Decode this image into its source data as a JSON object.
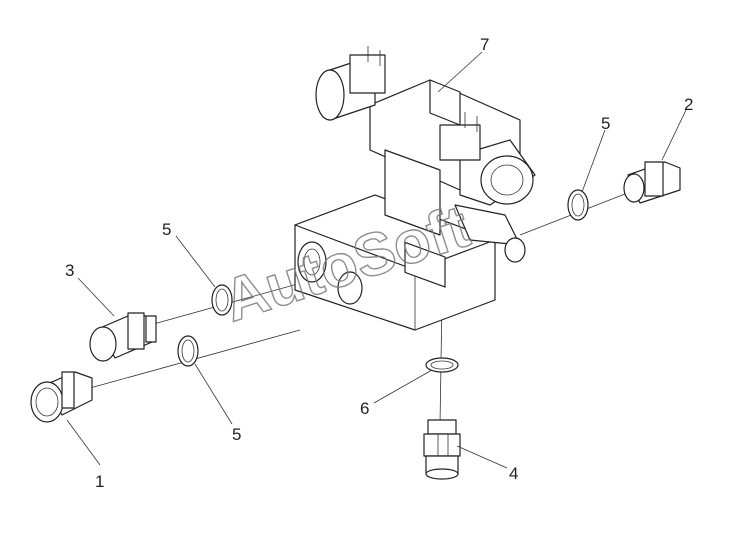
{
  "diagram": {
    "callouts": [
      {
        "id": "c1",
        "text": "1"
      },
      {
        "id": "c2",
        "text": "2"
      },
      {
        "id": "c3",
        "text": "3"
      },
      {
        "id": "c4",
        "text": "4"
      },
      {
        "id": "c5a",
        "text": "5"
      },
      {
        "id": "c5b",
        "text": "5"
      },
      {
        "id": "c5c",
        "text": "5"
      },
      {
        "id": "c6",
        "text": "6"
      },
      {
        "id": "c7",
        "text": "7"
      }
    ],
    "watermark": "AutoSoft"
  }
}
